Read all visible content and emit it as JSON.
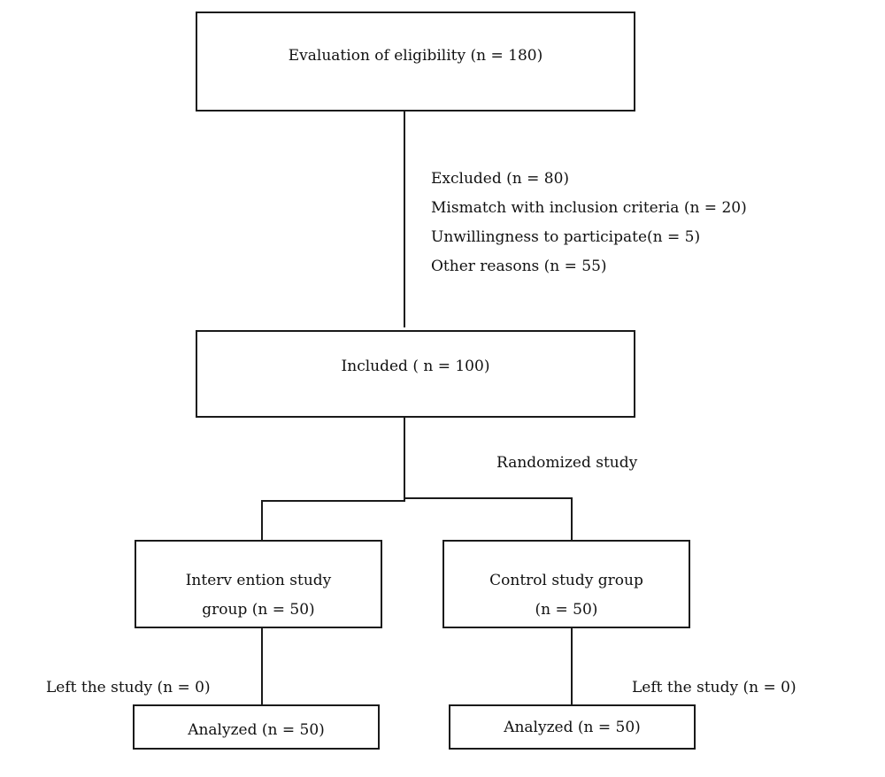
{
  "nodes": {
    "eligibility": {
      "label": "Evaluation of eligibility (n = 180)"
    },
    "excluded": {
      "title": "Excluded (n = 80)",
      "reasons": [
        "Mismatch with inclusion criteria (n = 20)",
        "Unwillingness to participate(n = 5)",
        "Other reasons (n = 55)"
      ]
    },
    "included": {
      "label": "Included ( n = 100)"
    },
    "randomized": {
      "label": "Randomized study"
    },
    "intervention": {
      "line1": "Interv ention study",
      "line2": "group (n = 50)"
    },
    "control": {
      "line1": "Control study group",
      "line2": "(n = 50)"
    },
    "left_intervention": {
      "label": "Left the study (n = 0)"
    },
    "left_control": {
      "label": "Left the study (n = 0)"
    },
    "analyzed_intervention": {
      "label": "Analyzed (n = 50)"
    },
    "analyzed_control": {
      "label": "Analyzed (n = 50)"
    }
  },
  "colors": {
    "line": "#1a1a1a",
    "text": "#111111",
    "background": "#ffffff"
  }
}
